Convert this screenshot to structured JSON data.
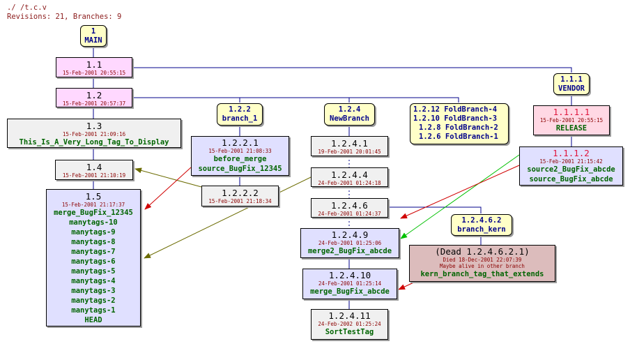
{
  "header": {
    "path": "./ /t.c.v",
    "stats": "Revisions: 21, Branches: 9"
  },
  "branches": {
    "main": {
      "num": "1",
      "name": "MAIN"
    },
    "vendor": {
      "num": "1.1.1",
      "name": "VENDOR"
    },
    "branch_1": {
      "num": "1.2.2",
      "name": "branch_1"
    },
    "newbranch": {
      "num": "1.2.4",
      "name": "NewBranch"
    },
    "fold": [
      "1.2.12 FoldBranch-4",
      "1.2.10 FoldBranch-3",
      "1.2.8 FoldBranch-2",
      "1.2.6 FoldBranch-1"
    ],
    "kern": {
      "num": "1.2.4.6.2",
      "name": "branch_kern"
    }
  },
  "revisions": {
    "r1_1": {
      "rev": "1.1",
      "date": "15-Feb-2001 20:55:15"
    },
    "r1_2": {
      "rev": "1.2",
      "date": "15-Feb-2001 20:57:37"
    },
    "r1_3": {
      "rev": "1.3",
      "date": "15-Feb-2001 21:09:16",
      "tags": [
        "This_Is_A_Very_Long_Tag_To_Display"
      ]
    },
    "r1_4": {
      "rev": "1.4",
      "date": "15-Feb-2001 21:10:19"
    },
    "r1_5": {
      "rev": "1.5",
      "date": "15-Feb-2001 21:17:37",
      "tags": [
        "merge_BugFix_12345",
        "manytags-10",
        "manytags-9",
        "manytags-8",
        "manytags-7",
        "manytags-6",
        "manytags-5",
        "manytags-4",
        "manytags-3",
        "manytags-2",
        "manytags-1",
        "HEAD"
      ]
    },
    "r1_1_1_1": {
      "rev": "1.1.1.1",
      "date": "15-Feb-2001 20:55:15",
      "tags": [
        "RELEASE"
      ]
    },
    "r1_1_1_2": {
      "rev": "1.1.1.2",
      "date": "15-Feb-2001 21:15:42",
      "tags": [
        "source2_BugFix_abcde",
        "source_BugFix_abcde"
      ]
    },
    "r1_2_2_1": {
      "rev": "1.2.2.1",
      "date": "15-Feb-2001 21:08:33",
      "tags": [
        "before_merge",
        "source_BugFix_12345"
      ]
    },
    "r1_2_2_2": {
      "rev": "1.2.2.2",
      "date": "15-Feb-2001 21:18:34"
    },
    "r1_2_4_1": {
      "rev": "1.2.4.1",
      "date": "19-Feb-2001 20:01:45"
    },
    "r1_2_4_4": {
      "rev": "1.2.4.4",
      "date": "24-Feb-2001 01:24:18"
    },
    "r1_2_4_6": {
      "rev": "1.2.4.6",
      "date": "24-Feb-2001 01:24:37"
    },
    "r1_2_4_9": {
      "rev": "1.2.4.9",
      "date": "24-Feb-2001 01:25:06",
      "tags": [
        "merge2_BugFix_abcde"
      ]
    },
    "r1_2_4_10": {
      "rev": "1.2.4.10",
      "date": "24-Feb-2001 01:25:14",
      "tags": [
        "merge_BugFix_abcde"
      ]
    },
    "r1_2_4_11": {
      "rev": "1.2.4.11",
      "date": "24-Feb-2002 01:25:24",
      "tags": [
        "SortTestTag"
      ]
    },
    "dead": {
      "rev": "(Dead 1.2.4.6.2.1)",
      "died": "Died 18-Dec-2001 22:07:39",
      "note": "Maybe alive in other branch",
      "tags": [
        "kern_branch_tag_that_extends"
      ]
    }
  },
  "colors": {
    "line": "#00008b",
    "merge_olive": "#6b6b00",
    "merge_red": "#d00000",
    "merge_green": "#00c000"
  }
}
